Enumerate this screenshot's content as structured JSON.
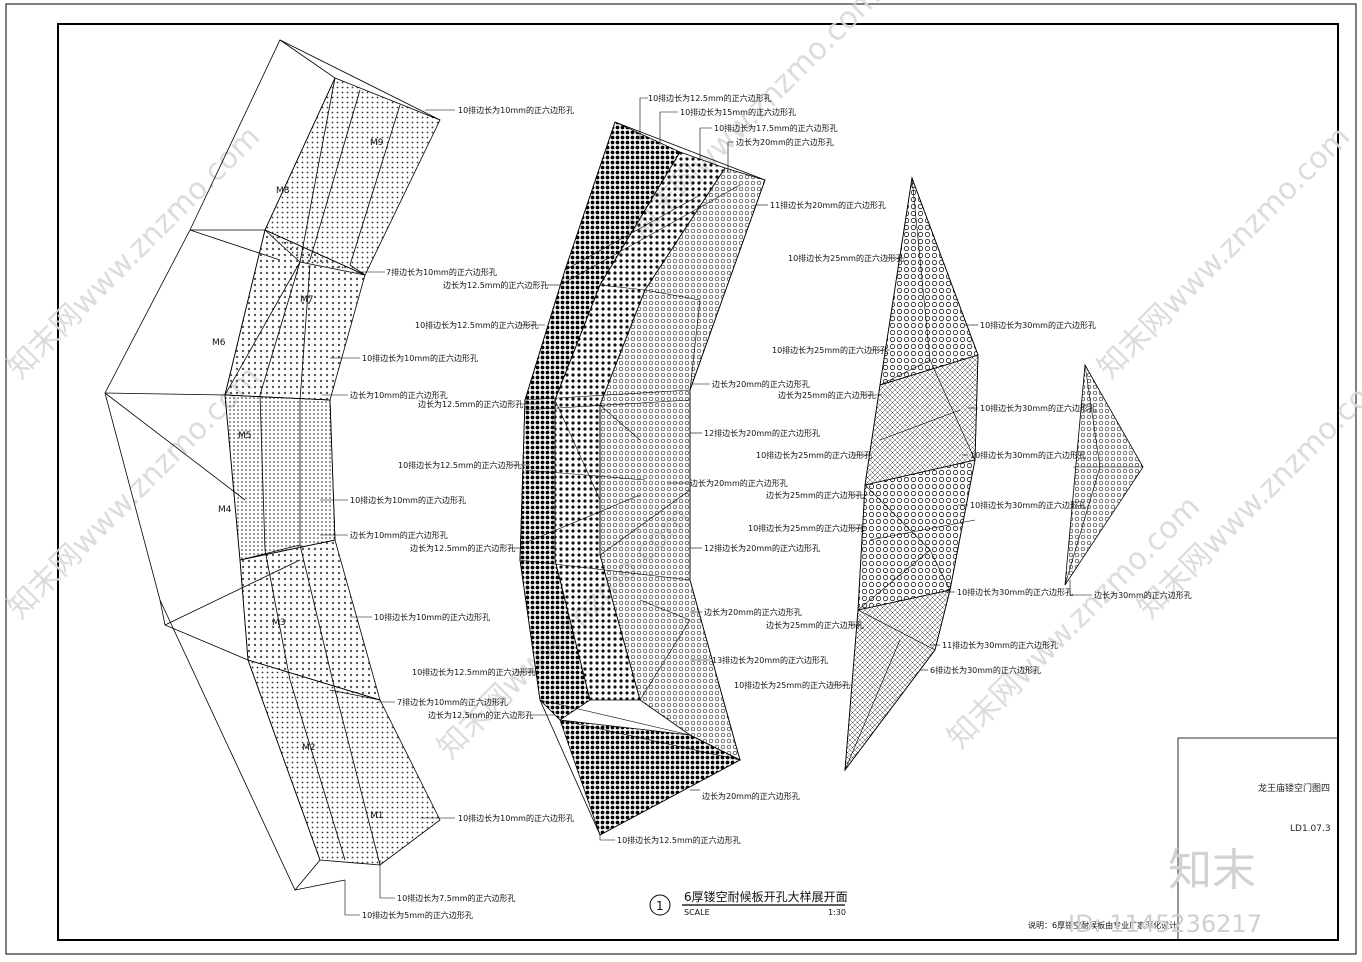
{
  "panel1": {
    "zones": [
      "M9",
      "M8",
      "M7",
      "M6",
      "M5",
      "M4",
      "M3",
      "M2",
      "M1"
    ],
    "annotations": [
      "10排边长为10mm的正六边形孔",
      "7排边长为10mm的正六边形孔",
      "10排边长为10mm的正六边形孔",
      "边长为10mm的正六边形孔",
      "10排边长为10mm的正六边形孔",
      "边长为10mm的正六边形孔",
      "10排边长为10mm的正六边形孔",
      "7排边长为10mm的正六边形孔",
      "10排边长为10mm的正六边形孔",
      "10排边长为7.5mm的正六边形孔",
      "10排边长为5mm的正六边形孔"
    ]
  },
  "panel2": {
    "annotations_top": [
      "10排边长为12.5mm的正六边形孔",
      "10排边长为15mm的正六边形孔",
      "10排边长为17.5mm的正六边形孔",
      "边长为20mm的正六边形孔",
      "11排边长为20mm的正六边形孔"
    ],
    "annotations_left": [
      "边长为12.5mm的正六边形孔",
      "10排边长为12.5mm的正六边形孔",
      "边长为12.5mm的正六边形孔",
      "10排边长为12.5mm的正六边形孔",
      "边长为12.5mm的正六边形孔",
      "10排边长为12.5mm的正六边形孔",
      "边长为12.5mm的正六边形孔"
    ],
    "annotations_right": [
      "边长为20mm的正六边形孔",
      "12排边长为20mm的正六边形孔",
      "边长为20mm的正六边形孔",
      "12排边长为20mm的正六边形孔",
      "边长为20mm的正六边形孔",
      "13排边长为20mm的正六边形孔",
      "边长为20mm的正六边形孔"
    ],
    "annotation_bottom": "10排边长为12.5mm的正六边形孔"
  },
  "panel3": {
    "annotations_left": [
      "10排边长为25mm的正六边形孔",
      "10排边长为25mm的正六边形孔",
      "边长为25mm的正六边形孔",
      "10排边长为25mm的正六边形孔",
      "边长为25mm的正六边形孔",
      "10排边长为25mm的正六边形孔",
      "边长为25mm的正六边形孔",
      "10排边长为25mm的正六边形孔"
    ],
    "annotations_right": [
      "10排边长为30mm的正六边形孔",
      "10排边长为30mm的正六边形孔",
      "10排边长为30mm的正六边形孔",
      "10排边长为30mm的正六边形孔",
      "10排边长为30mm的正六边形孔",
      "11排边长为30mm的正六边形孔",
      "6排边长为30mm的正六边形孔"
    ]
  },
  "panel4": {
    "annotation": "边长为30mm的正六边形孔"
  },
  "drawing_title": {
    "number": "1",
    "title": "6厚镂空耐候板开孔大样展开面",
    "scale_label": "SCALE",
    "scale_value": "1:30"
  },
  "note": "说明：6厚镂空耐候板由专业厂家深化设计",
  "title_block": {
    "name": "龙王庙镂空门图四",
    "code": "LD1.07.3"
  },
  "watermark": {
    "site": "知末网www.znzmo.com",
    "logo": "知末",
    "id": "ID: 1145236217"
  }
}
